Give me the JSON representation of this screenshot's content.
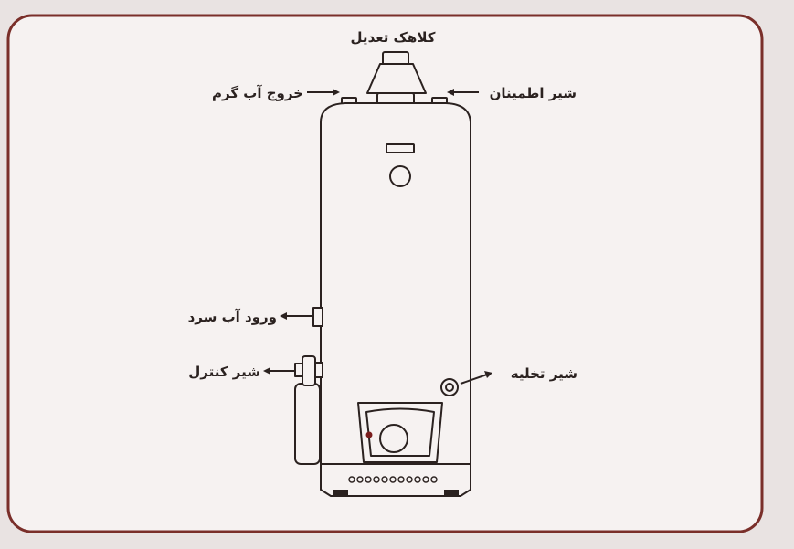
{
  "labels": {
    "draft_hood": "کلاهک تعدیل",
    "hot_water_outlet": "خروج آب گرم",
    "safety_valve": "شیر اطمینان",
    "cold_water_inlet": "ورود آب سرد",
    "control_valve": "شیر کنترل",
    "drain_valve": "شیر تخلیه"
  },
  "colors": {
    "frame": "#7a2f2a",
    "line": "#2b2220",
    "background": "#e9e3e2",
    "panel": "#f6f2f1",
    "indicator": "#7a1d1d"
  }
}
